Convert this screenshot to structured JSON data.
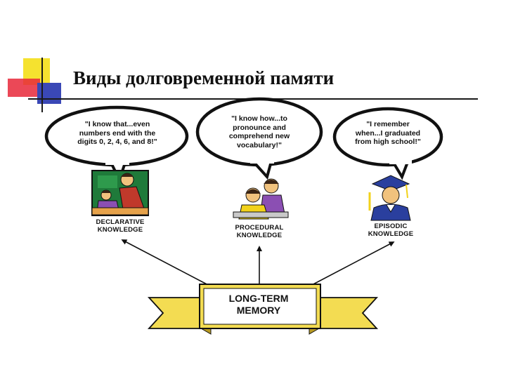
{
  "title": "Виды долговременной памяти",
  "bubbles": [
    {
      "text": "\"I know that...even numbers end with the digits 0, 2, 4, 6, and 8!\""
    },
    {
      "text": "\"I know how...to pronounce and comprehend new vocabulary!\""
    },
    {
      "text": "\"I remember when...I graduated from high school!\""
    }
  ],
  "knowledge_types": [
    {
      "line1": "DECLARATIVE",
      "line2": "KNOWLEDGE"
    },
    {
      "line1": "PROCEDURAL",
      "line2": "KNOWLEDGE"
    },
    {
      "line1": "EPISODIC",
      "line2": "KNOWLEDGE"
    }
  ],
  "center": {
    "line1": "LONG-TERM",
    "line2": "MEMORY"
  },
  "colors": {
    "accent_yellow": "#f5e22f",
    "accent_red": "#e8283a",
    "accent_blue": "#3a48b6",
    "banner_fill": "#f3dc52",
    "classroom_green": "#1f7a3a",
    "gown_blue": "#2a3f9e",
    "shirt_purple": "#8b4fb3",
    "skin": "#f1c27d"
  },
  "icons": [
    "classroom-illustration",
    "students-illustration",
    "graduate-illustration",
    "banner-scroll"
  ]
}
